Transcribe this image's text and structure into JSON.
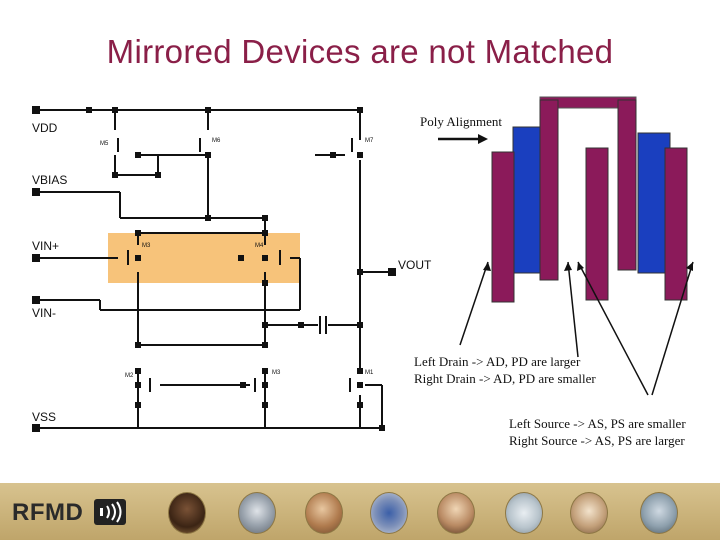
{
  "slide": {
    "title": "Mirrored Devices are not Matched"
  },
  "schematic": {
    "nets": {
      "vdd": "VDD",
      "vbias": "VBIAS",
      "vin_plus": "VIN+",
      "vin_minus": "VIN-",
      "vout": "VOUT",
      "vss": "VSS"
    },
    "highlight_color": "#f7c37a"
  },
  "layout_figure": {
    "poly_alignment_label": "Poly Alignment",
    "drain_note_1": "Left Drain -> AD, PD are larger",
    "drain_note_2": "Right Drain -> AD, PD are smaller",
    "source_note_1": "Left Source -> AS, PS are smaller",
    "source_note_2": "Right Source -> AS, PS are larger",
    "colors": {
      "poly": "#8b1a5a",
      "diffusion": "#1a3fbf"
    }
  },
  "footer": {
    "logo_text": "RFMD",
    "icons": [
      "woman-phone-photo",
      "satellite-photo",
      "family-photo",
      "camera-photo",
      "man-phone-photo",
      "antenna-tower-photo",
      "laptop-user-photo",
      "cell-tower-photo"
    ]
  }
}
